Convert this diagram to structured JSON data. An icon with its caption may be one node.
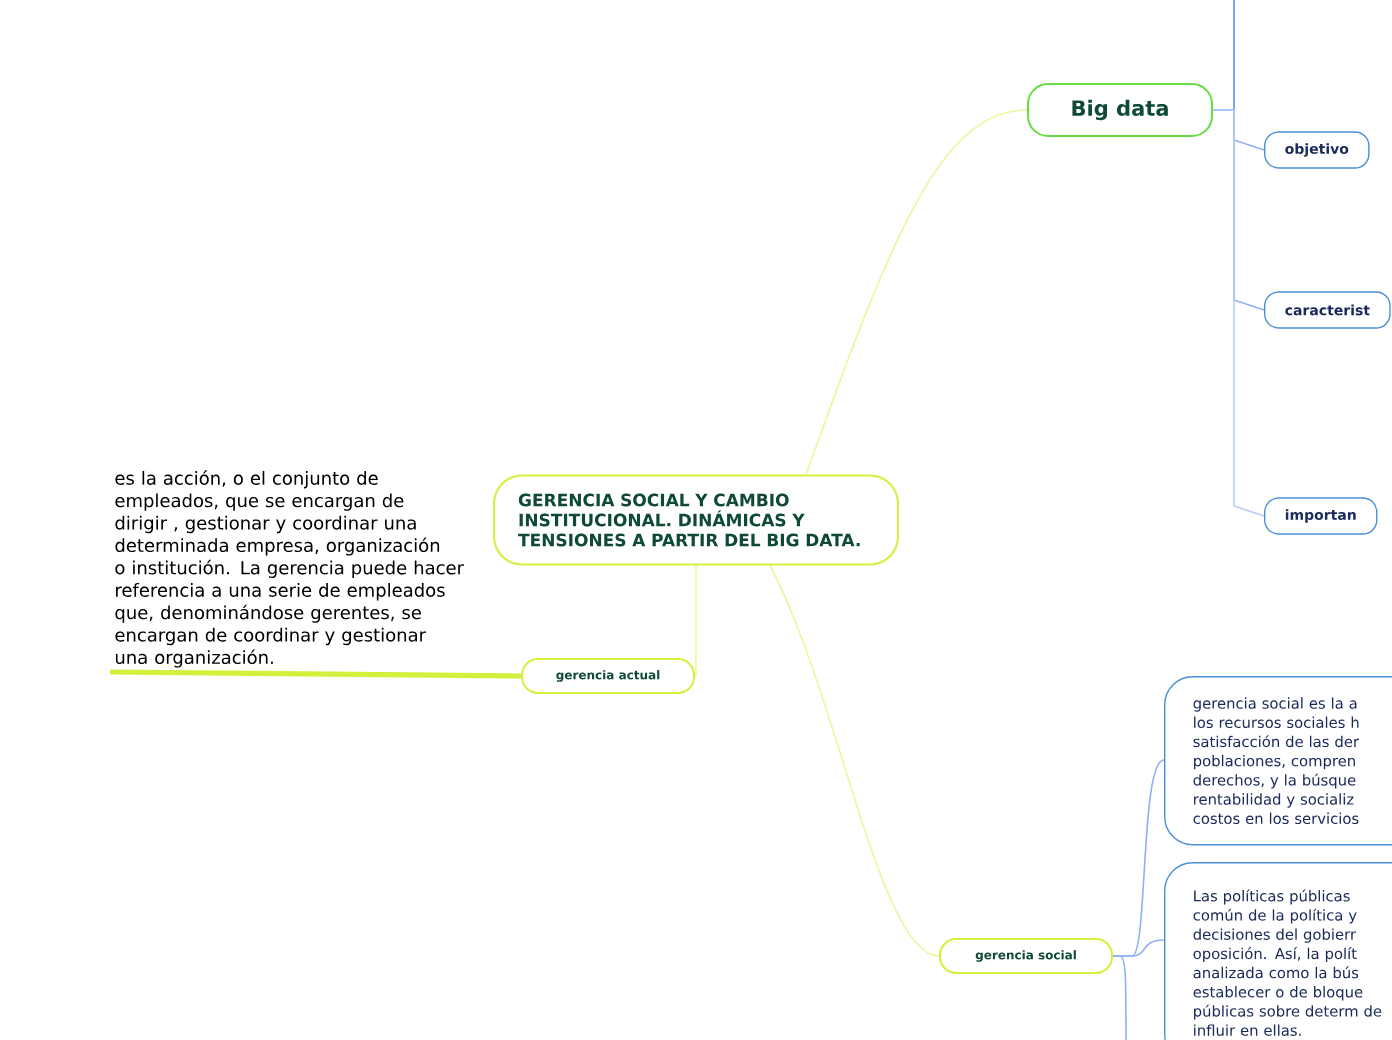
{
  "diagram": {
    "nodes": [
      {
        "text": [
          "GERENCIA SOCIAL Y CAMBIO INSTITUCIONAL. DINÁMICAS Y TENSIONES A PARTIR DEL BIG DATA."
        ]
      },
      {
        "text": [
          "Big data"
        ]
      },
      {
        "text": [
          "objetivo"
        ]
      },
      {
        "text": [
          "caracterist"
        ]
      },
      {
        "text": [
          "importan"
        ]
      },
      {
        "text": [
          "gerencia actual"
        ]
      },
      {
        "text": [
          "es la acción, o el conjunto de empleados, que se encargan de dirigir , gestionar y coordinar una determinada empresa, organización o institución. La gerencia puede hacer referencia a una serie de empleados que, denominándose gerentes, se encargan de coordinar y gestionar una organización."
        ]
      },
      {
        "text": [
          "gerencia social"
        ]
      },
      {
        "text": [
          "gerencia social es la a los recursos sociales h satisfacción de las der poblaciones, compren derechos, y la búsque rentabilidad y socializ costos en los servicios"
        ]
      },
      {
        "text": [
          "Las políticas públicas común de la política y decisiones del gobierr oposición. Así, la polít analizada como la bús establecer o de bloque públicas sobre determ de influir en ellas."
        ]
      }
    ],
    "edges": [
      {
        "from": 0,
        "to": 1,
        "arrow": "none",
        "color": "#eef59a"
      },
      {
        "from": 1,
        "to": null,
        "arrow": "none",
        "color": "#5b8def"
      },
      {
        "from": 1,
        "to": 2,
        "arrow": "none",
        "color": "#8fb0f3"
      },
      {
        "from": 1,
        "to": 3,
        "arrow": "none",
        "color": "#8fb0f3"
      },
      {
        "from": 1,
        "to": 4,
        "arrow": "none",
        "color": "#b5cbf7"
      },
      {
        "from": 0,
        "to": 5,
        "arrow": "none",
        "color": "#eef59a"
      },
      {
        "from": 5,
        "to": 6,
        "arrow": "none",
        "style": "thick",
        "color": "#d2f03c"
      },
      {
        "from": 0,
        "to": 7,
        "arrow": "none",
        "color": "#eef59a"
      },
      {
        "from": 7,
        "to": 8,
        "arrow": "none",
        "color": "#8fb0f3"
      },
      {
        "from": 7,
        "to": 9,
        "arrow": "none",
        "color": "#8fb0f3"
      },
      {
        "from": 7,
        "to": null,
        "arrow": "none",
        "color": "#8fb0f3"
      }
    ]
  }
}
